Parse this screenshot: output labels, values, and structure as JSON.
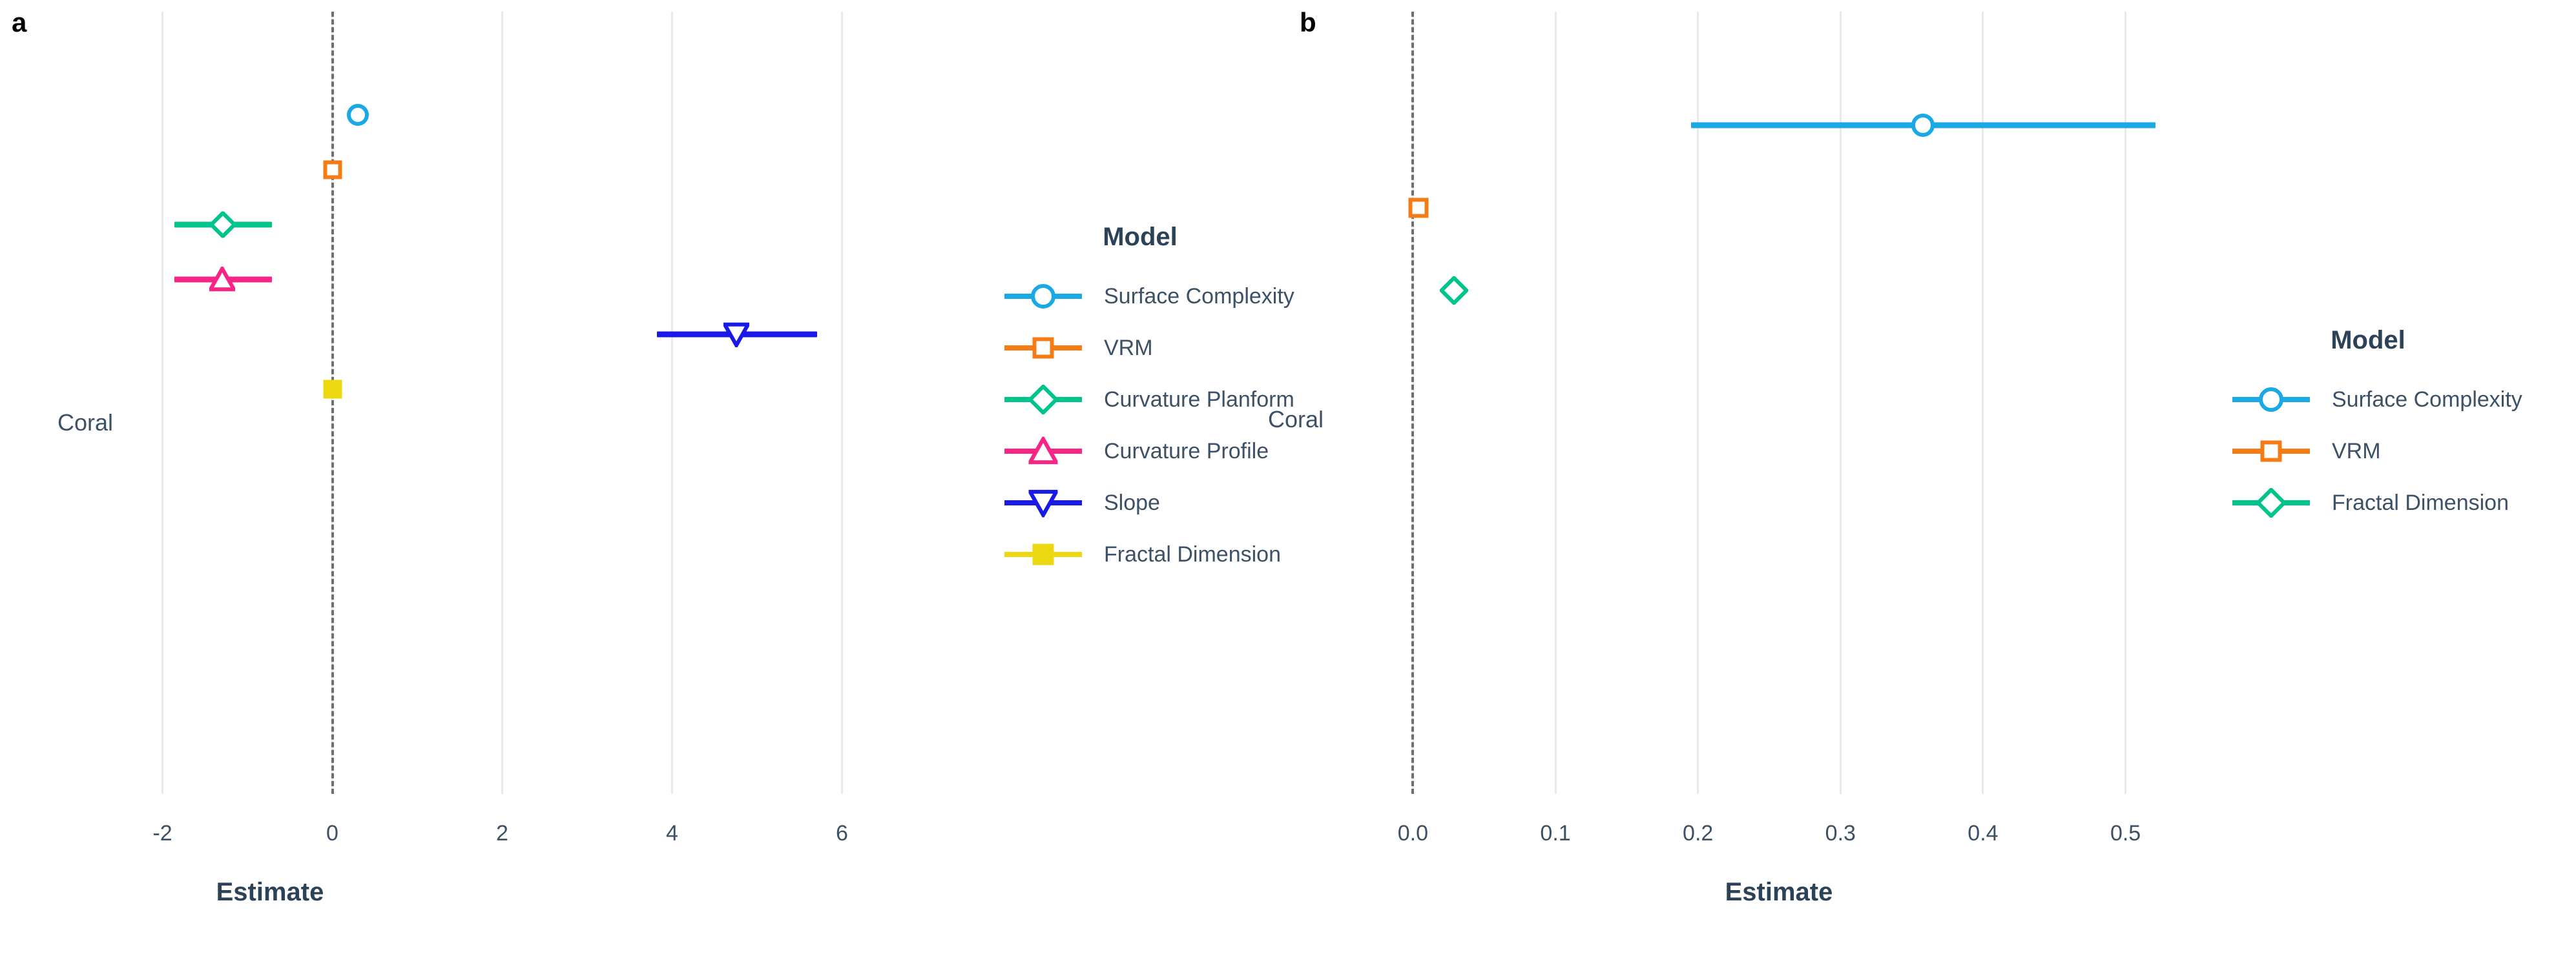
{
  "figure": {
    "background": "#ffffff",
    "text_color": "#3d5166",
    "title_color": "#2b4257",
    "grid_color": "#e9e9ec",
    "zero_line_color": "#6e6e73"
  },
  "panels": {
    "a": {
      "letter": "a",
      "xlabel": "Estimate",
      "ylabel": "Coral",
      "legend_title": "Model"
    },
    "b": {
      "letter": "b",
      "xlabel": "Estimate",
      "ylabel": "Coral",
      "legend_title": "Model"
    }
  },
  "chart_data": [
    {
      "type": "scatter",
      "subtype": "forest-plot",
      "panel": "a",
      "title": "",
      "xlabel": "Estimate",
      "ylabel": "Coral",
      "legend_title": "Model",
      "legend_position": "right",
      "grid": true,
      "xlim": [
        -3.0,
        7.0
      ],
      "xticks": [
        -2,
        0,
        2,
        4,
        6
      ],
      "xticklabels": [
        "-2",
        "0",
        "2",
        "4",
        "6"
      ],
      "zero_reference_line": 0,
      "groups": [
        "Coral"
      ],
      "series": [
        {
          "name": "Surface Complexity",
          "color": "#19a9e5",
          "marker": "circle",
          "filled": false,
          "estimate": 0.3,
          "ci_low": 0.26,
          "ci_high": 0.34
        },
        {
          "name": "VRM",
          "color": "#f57c14",
          "marker": "square",
          "filled": false,
          "estimate": 0.0,
          "ci_low": -0.03,
          "ci_high": 0.03
        },
        {
          "name": "Curvature Planform",
          "color": "#00c48c",
          "marker": "diamond",
          "filled": false,
          "estimate": -1.29,
          "ci_low": -1.86,
          "ci_high": -0.71
        },
        {
          "name": "Curvature Profile",
          "color": "#f72585",
          "marker": "triangle-up",
          "filled": false,
          "estimate": -1.3,
          "ci_low": -1.86,
          "ci_high": -0.71
        },
        {
          "name": "Slope",
          "color": "#1a1ae6",
          "marker": "triangle-down",
          "filled": false,
          "estimate": 4.76,
          "ci_low": 3.82,
          "ci_high": 5.71
        },
        {
          "name": "Fractal Dimension",
          "color": "#ecd811",
          "marker": "square",
          "filled": true,
          "estimate": 0.0,
          "ci_low": -0.06,
          "ci_high": 0.06
        }
      ]
    },
    {
      "type": "scatter",
      "subtype": "forest-plot",
      "panel": "b",
      "title": "",
      "xlabel": "Estimate",
      "ylabel": "Coral",
      "legend_title": "Model",
      "legend_position": "right",
      "grid": true,
      "xlim": [
        -0.065,
        0.565
      ],
      "xticks": [
        0.0,
        0.1,
        0.2,
        0.3,
        0.4,
        0.5
      ],
      "xticklabels": [
        "0.0",
        "0.1",
        "0.2",
        "0.3",
        "0.4",
        "0.5"
      ],
      "zero_reference_line": 0,
      "groups": [
        "Coral"
      ],
      "series": [
        {
          "name": "Surface Complexity",
          "color": "#19a9e5",
          "marker": "circle",
          "filled": false,
          "estimate": 0.358,
          "ci_low": 0.195,
          "ci_high": 0.521
        },
        {
          "name": "VRM",
          "color": "#f57c14",
          "marker": "square",
          "filled": false,
          "estimate": 0.004,
          "ci_low": 0.001,
          "ci_high": 0.007
        },
        {
          "name": "Fractal Dimension",
          "color": "#00c48c",
          "marker": "diamond",
          "filled": false,
          "estimate": 0.029,
          "ci_low": 0.026,
          "ci_high": 0.032
        }
      ]
    }
  ]
}
